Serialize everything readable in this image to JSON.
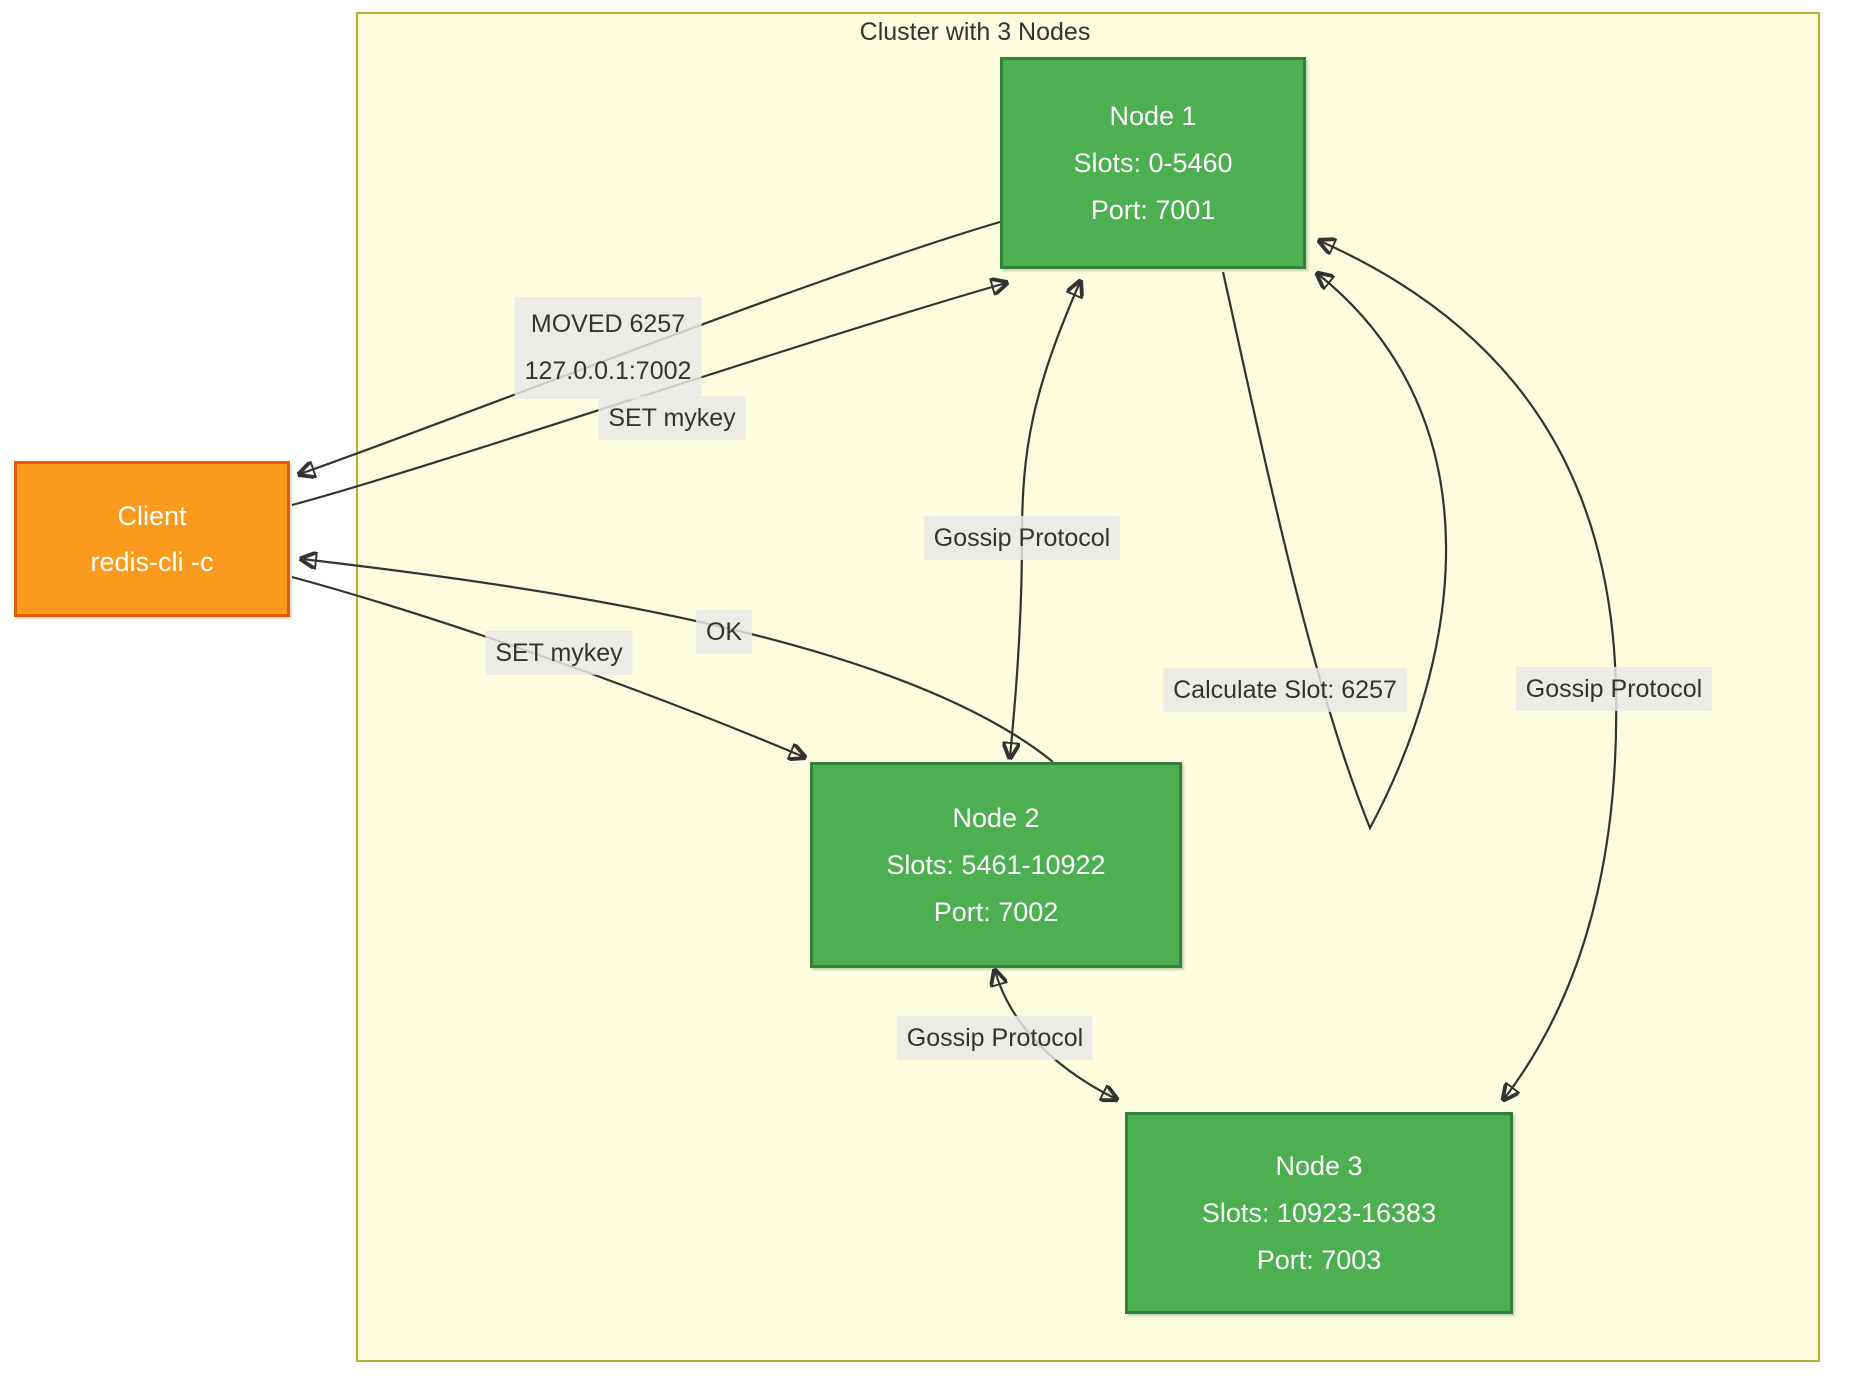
{
  "diagram": {
    "cluster_title": "Cluster with 3 Nodes",
    "client": {
      "line1": "Client",
      "line2": "redis-cli -c"
    },
    "nodes": [
      {
        "id": "node1",
        "title": "Node 1",
        "slots": "Slots: 0-5460",
        "port": "Port: 7001"
      },
      {
        "id": "node2",
        "title": "Node 2",
        "slots": "Slots: 5461-10922",
        "port": "Port: 7002"
      },
      {
        "id": "node3",
        "title": "Node 3",
        "slots": "Slots: 10923-16383",
        "port": "Port: 7003"
      }
    ],
    "edges": [
      {
        "id": "client-to-node1",
        "from": "Client",
        "to": "Node 1",
        "label": "SET mykey",
        "type": "arrow"
      },
      {
        "id": "node1-to-client",
        "from": "Node 1",
        "to": "Client",
        "label_line1": "MOVED 6257",
        "label_line2": "127.0.0.1:7002",
        "type": "arrow"
      },
      {
        "id": "client-to-node2",
        "from": "Client",
        "to": "Node 2",
        "label": "SET mykey",
        "type": "arrow"
      },
      {
        "id": "node2-to-client",
        "from": "Node 2",
        "to": "Client",
        "label": "OK",
        "type": "arrow"
      },
      {
        "id": "node1-self-loop",
        "from": "Node 1",
        "to": "Node 1",
        "label": "Calculate Slot: 6257",
        "type": "arrow"
      },
      {
        "id": "node1-node2-gossip",
        "from": "Node 1",
        "to": "Node 2",
        "label": "Gossip Protocol",
        "type": "bidirectional"
      },
      {
        "id": "node1-node3-gossip",
        "from": "Node 1",
        "to": "Node 3",
        "label": "Gossip Protocol",
        "type": "bidirectional"
      },
      {
        "id": "node2-node3-gossip",
        "from": "Node 2",
        "to": "Node 3",
        "label": "Gossip Protocol",
        "type": "bidirectional"
      }
    ],
    "colors": {
      "cluster_fill": "#fcfcdf",
      "cluster_border": "#b3b32e",
      "node_fill": "#4caf50",
      "node_border": "#33803a",
      "node_text": "#ffffff",
      "client_fill": "#fb9b1e",
      "client_border": "#e65c04",
      "client_text": "#ffffff",
      "edge_line": "#333333",
      "edge_label_bg": "#e8e8e8",
      "edge_label_text": "#333333",
      "page_bg": "#ffffff"
    }
  }
}
